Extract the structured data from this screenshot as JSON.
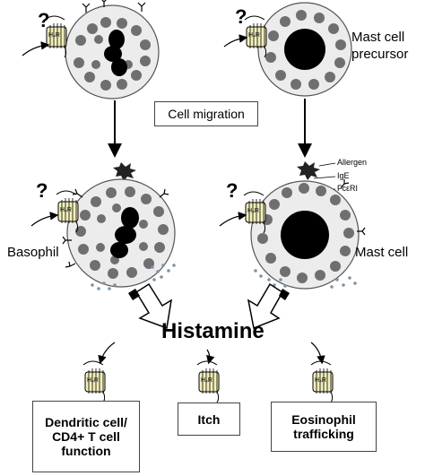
{
  "labels": {
    "question_mark": "?",
    "mast_cell_precursor_line1": "Mast cell",
    "mast_cell_precursor_line2": "precursor",
    "cell_migration": "Cell migration",
    "allergen": "Allergen",
    "ige": "IgE",
    "fceri": "FcεRI",
    "basophil": "Basophil",
    "mast_cell": "Mast cell",
    "histamine": "Histamine",
    "h4r": "H₄R"
  },
  "outcomes": {
    "dendritic_line1": "Dendritic cell/",
    "dendritic_line2": "CD4+ T cell",
    "dendritic_line3": "function",
    "itch": "Itch",
    "eosinophil_line1": "Eosinophil",
    "eosinophil_line2": "trafficking"
  },
  "colors": {
    "cell_fill": "#ececec",
    "granule": "#6f6f6f",
    "nucleus": "#000000",
    "receptor_fill": "#f3f0bb",
    "secreted_dots": "#7e93a8"
  }
}
